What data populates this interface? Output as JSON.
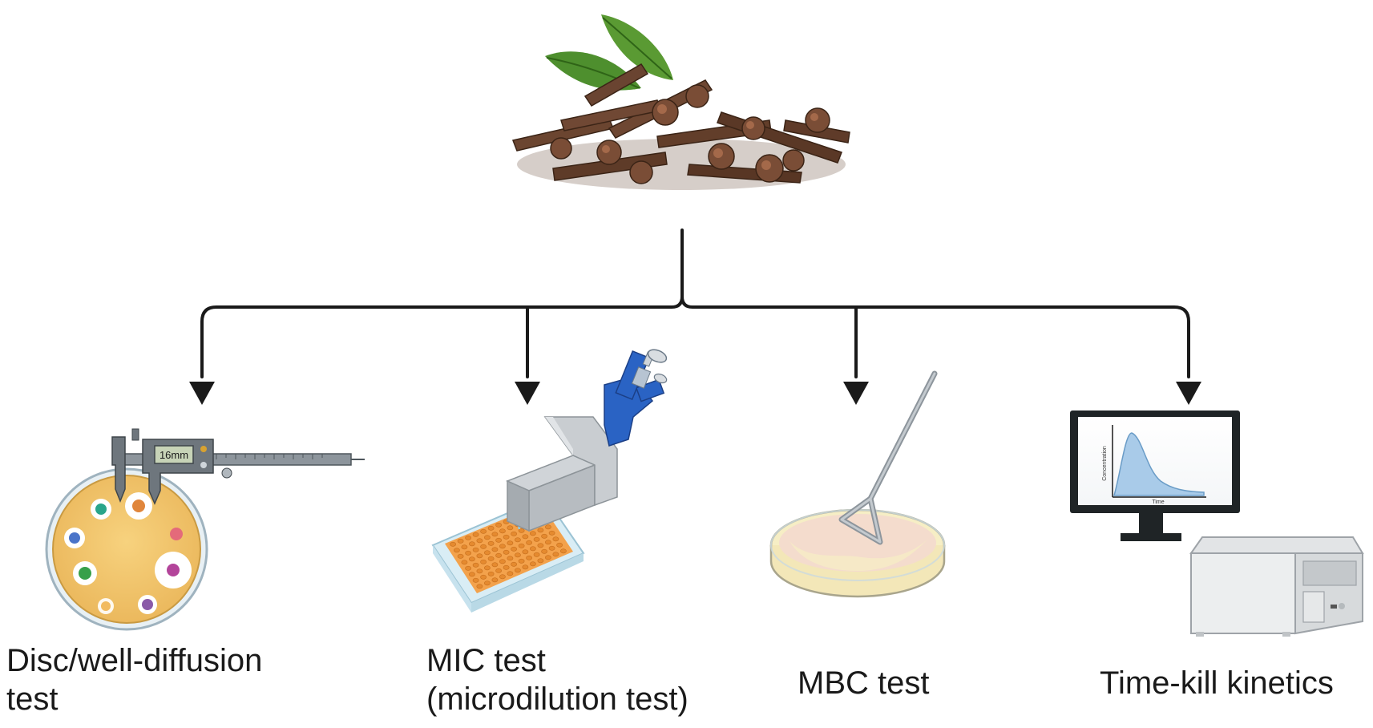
{
  "diagram": {
    "source": {
      "icon": "clove-buds-with-leaves"
    },
    "branches": [
      {
        "id": "disc",
        "label_line1": "Disc/well-diffusion",
        "label_line2": "test",
        "icon": "agar-plate-with-caliper",
        "caliper_readout": "16mm"
      },
      {
        "id": "mic",
        "label_line1": "MIC test",
        "label_line2": "(microdilution test)",
        "icon": "multichannel-pipette-and-96-well-plate"
      },
      {
        "id": "mbc",
        "label_line1": "MBC test",
        "icon": "petri-dish-with-spreader"
      },
      {
        "id": "timekill",
        "label_line1": "Time-kill kinetics",
        "icon": "monitor-with-curve-and-plate-reader",
        "plot_ylabel": "Concentration",
        "plot_xlabel": "Time"
      }
    ],
    "colors": {
      "arrow": "#1a1a1a",
      "agar": "#f4c96b",
      "pipette": "#2a63c4",
      "well": "#f0a04a",
      "curve_fill": "#a9cbe9"
    }
  }
}
